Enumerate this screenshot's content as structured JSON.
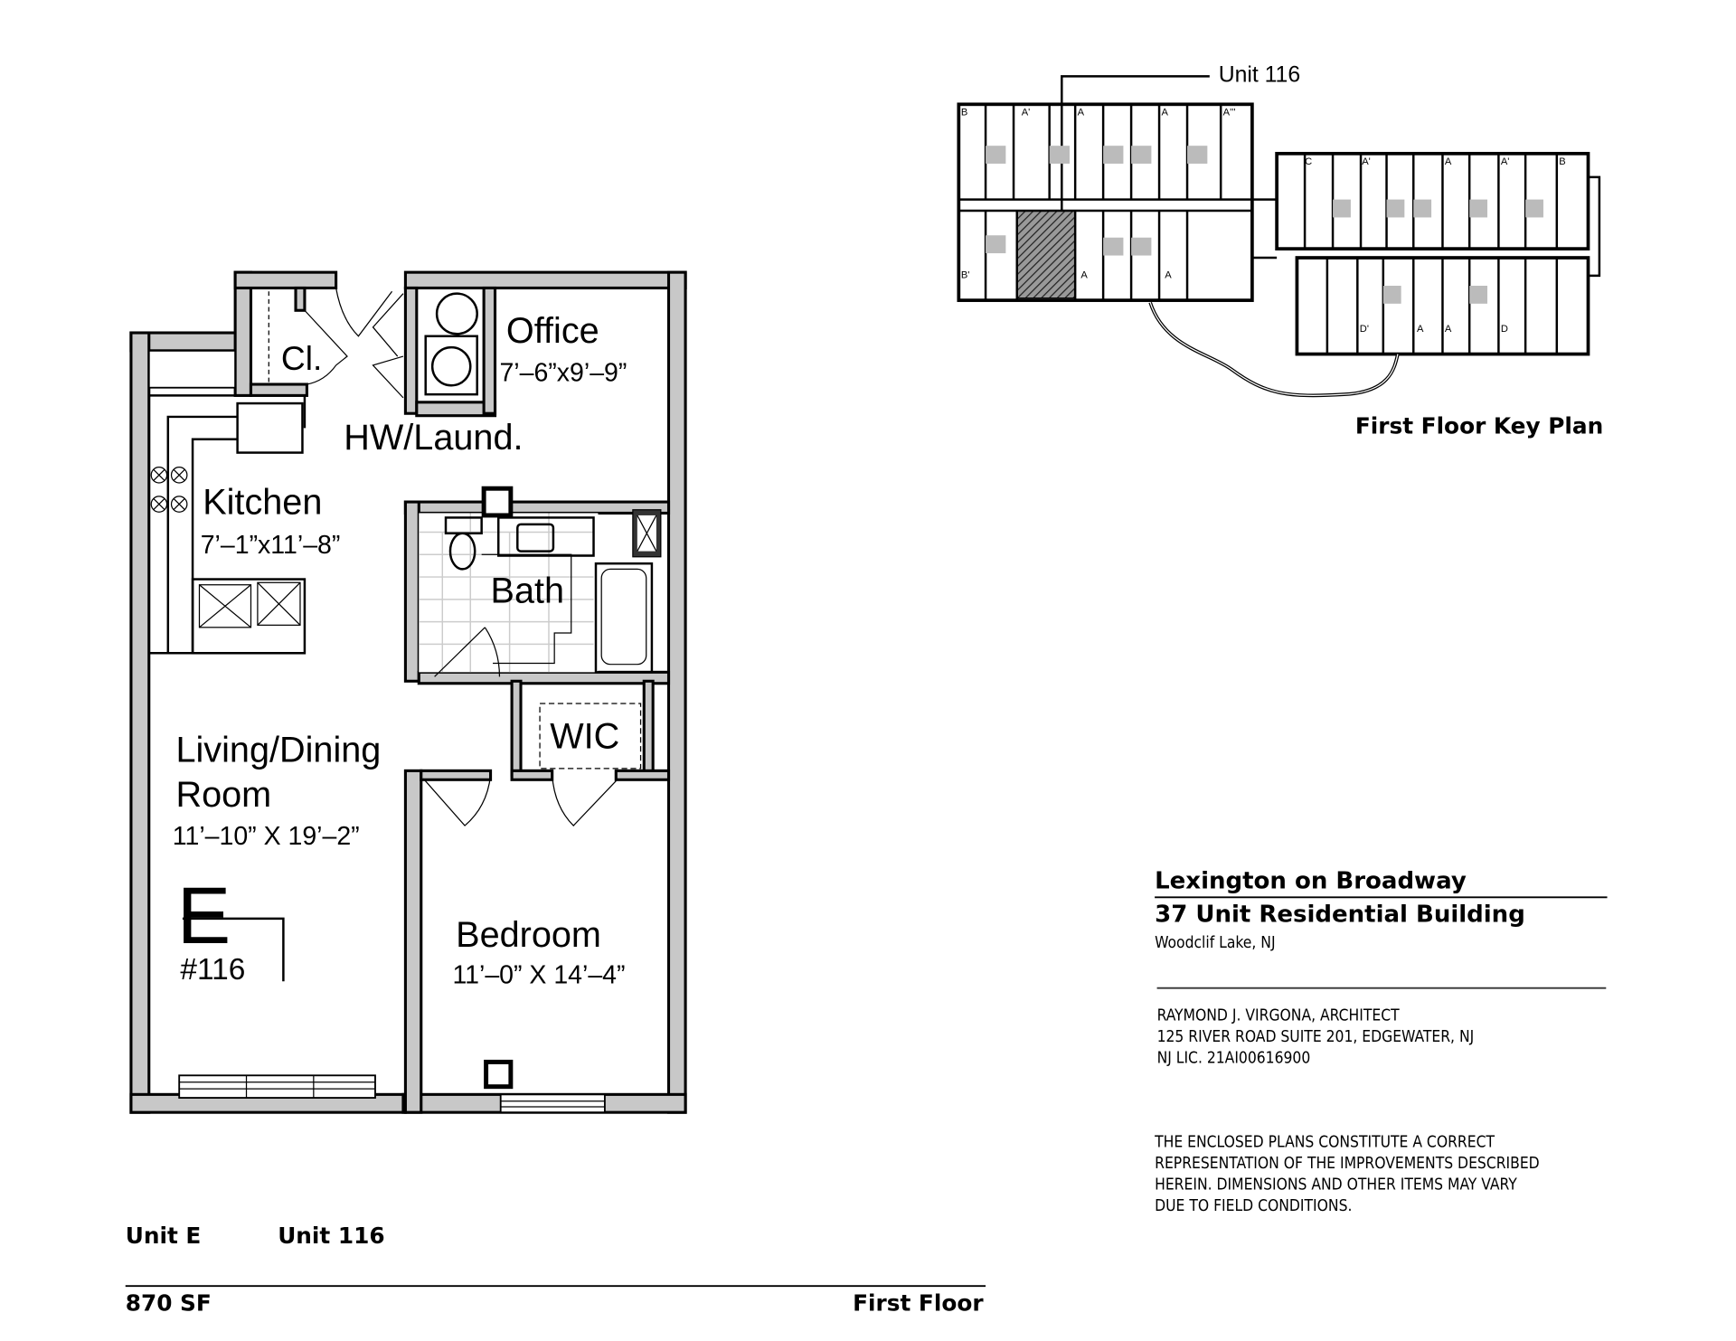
{
  "floor_plan": {
    "rooms": {
      "office": {
        "name": "Office",
        "dims": "7’–6”x9’–9”"
      },
      "closet": {
        "name": "Cl."
      },
      "laundry": {
        "name": "HW/Laund."
      },
      "kitchen": {
        "name": "Kitchen",
        "dims": "7’–1”x11’–8”"
      },
      "bath": {
        "name": "Bath"
      },
      "wic": {
        "name": "WIC"
      },
      "living": {
        "name_line1": "Living/Dining",
        "name_line2": "Room",
        "dims": "11’–10” X 19’–2”"
      },
      "bedroom": {
        "name": "Bedroom",
        "dims": "11’–0” X 14’–4”"
      }
    },
    "unit_letter": "E",
    "unit_number": "#116"
  },
  "footer": {
    "unit_type": "Unit E",
    "unit_id": "Unit 116",
    "area": "870 SF",
    "floor": "First Floor"
  },
  "key_plan": {
    "callout": "Unit 116",
    "title": "First Floor Key Plan",
    "unit_labels_left_top": [
      "B",
      "A'",
      "A",
      "A",
      "A'''"
    ],
    "unit_labels_left_bottom": [
      "B'",
      "A",
      "A"
    ],
    "unit_labels_right_top": [
      "C",
      "A'",
      "A",
      "A'",
      "B"
    ],
    "unit_labels_right_bottom": [
      "D'",
      "A",
      "A",
      "D"
    ]
  },
  "title_block": {
    "project": "Lexington on Broadway",
    "subtitle": "37 Unit Residential Building",
    "location": "Woodclif Lake, NJ",
    "architect": [
      "RAYMOND J. VIRGONA, ARCHITECT",
      "125 RIVER ROAD SUITE 201, EDGEWATER, NJ",
      "NJ LIC. 21AI00616900"
    ],
    "disclaimer": [
      "THE ENCLOSED PLANS CONSTITUTE A CORRECT",
      "REPRESENTATION OF THE IMPROVEMENTS DESCRIBED",
      "HEREIN. DIMENSIONS AND OTHER ITEMS MAY VARY",
      "DUE TO FIELD CONDITIONS."
    ]
  }
}
